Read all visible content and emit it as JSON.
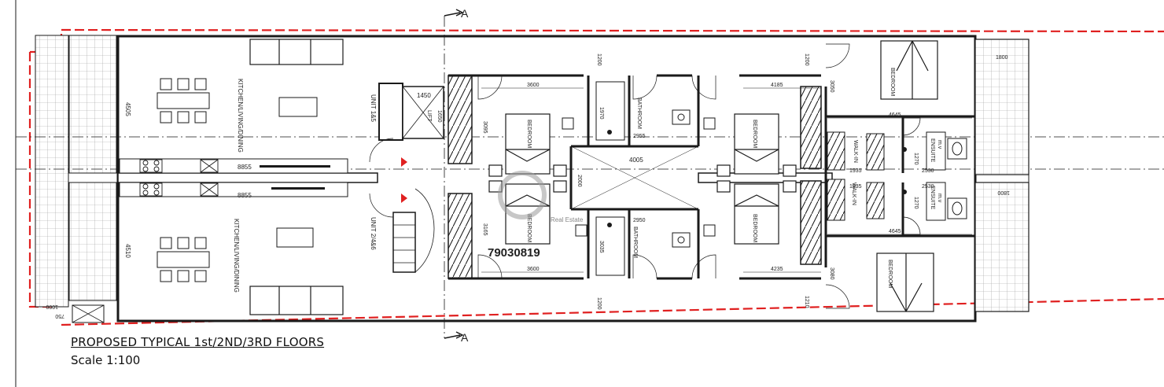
{
  "drawing": {
    "title": "PROPOSED TYPICAL  1st/2ND/3RD FLOORS",
    "scale": "Scale 1:100",
    "section_marker": "A",
    "watermark_phone": "79030819",
    "watermark_brand": "Real Estate"
  },
  "rooms": {
    "kitchen_living_dining": "KITCHEN/LIVING/DINING",
    "unit_top": "UNIT 1&5",
    "unit_bottom": "UNIT 2/4&6",
    "lift": "LIFT",
    "bedroom": "BEDROOM",
    "bathroom": "BATHROOM",
    "walk_in": "WALK-IN",
    "ensuite": "ENSUITE",
    "ensuite_sub": "m.v"
  },
  "dimensions": {
    "d8855": "8855",
    "d4505": "4505",
    "d4510": "4510",
    "d1450": "1450",
    "d1650": "1650",
    "d3600": "3600",
    "d3095": "3095",
    "d3165": "3165",
    "d1970": "1970",
    "d2955": "2955",
    "d2950": "2950",
    "d3035": "3035",
    "d4005": "4005",
    "d2000": "2000",
    "d4185": "4185",
    "d4235": "4235",
    "d1200": "1200",
    "d1210": "1210",
    "d3050": "3050",
    "d3080": "3080",
    "d4645": "4645",
    "d1935": "1935",
    "d2530": "2530",
    "d1270": "1270",
    "d1800": "1800",
    "d1000": "1000",
    "d750": "750"
  },
  "colors": {
    "line": "#1a1a1a",
    "boundary": "#e02020",
    "hatch": "#888888",
    "watermark": "#9a9a9a"
  }
}
